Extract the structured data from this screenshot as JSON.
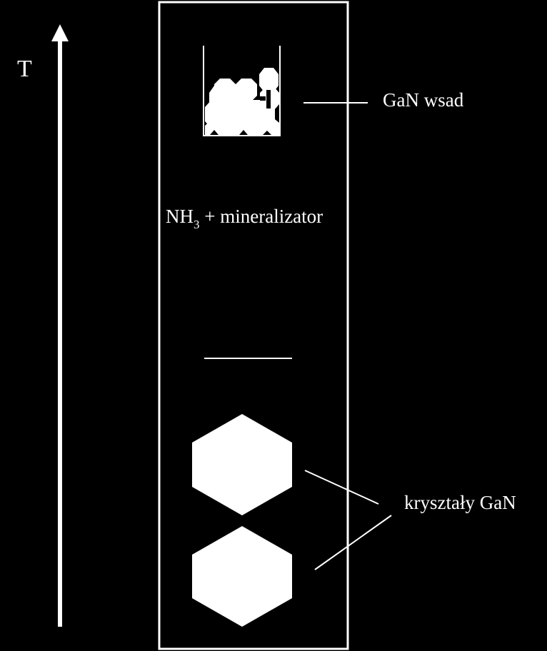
{
  "axis": {
    "label": "T"
  },
  "labels": {
    "charge": "GaN wsad",
    "solution_main": "NH",
    "solution_subscript": "3",
    "solution_rest": " + mineralizator",
    "crystals": "kryształy GaN"
  },
  "colors": {
    "background": "#000000",
    "foreground": "#ffffff"
  }
}
